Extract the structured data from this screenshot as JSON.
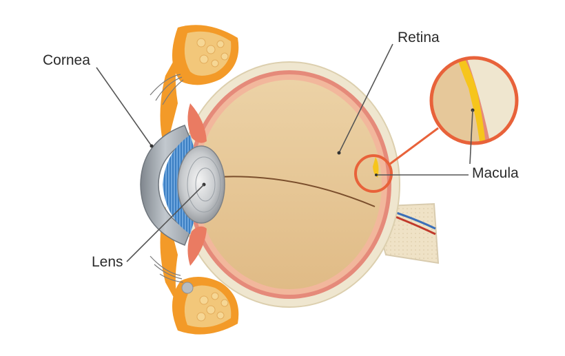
{
  "labels": {
    "cornea": "Cornea",
    "retina": "Retina",
    "macula": "Macula",
    "lens": "Lens"
  },
  "colors": {
    "vitreous": "#e8c89a",
    "sclera": "#efe6cf",
    "choroid": "#e58a7a",
    "retina_layer": "#f2b79c",
    "callout_ring": "#e8623a",
    "cornea": "#a9b1b9",
    "iris": "#3f82c6",
    "lens": "#c9ccd0",
    "fat_tissue": "#f2c77a",
    "orbit_bone": "#f39a28",
    "optic_nerve": "#eadfc4",
    "macula_yellow": "#f6c51c",
    "leader_line": "#555555"
  }
}
